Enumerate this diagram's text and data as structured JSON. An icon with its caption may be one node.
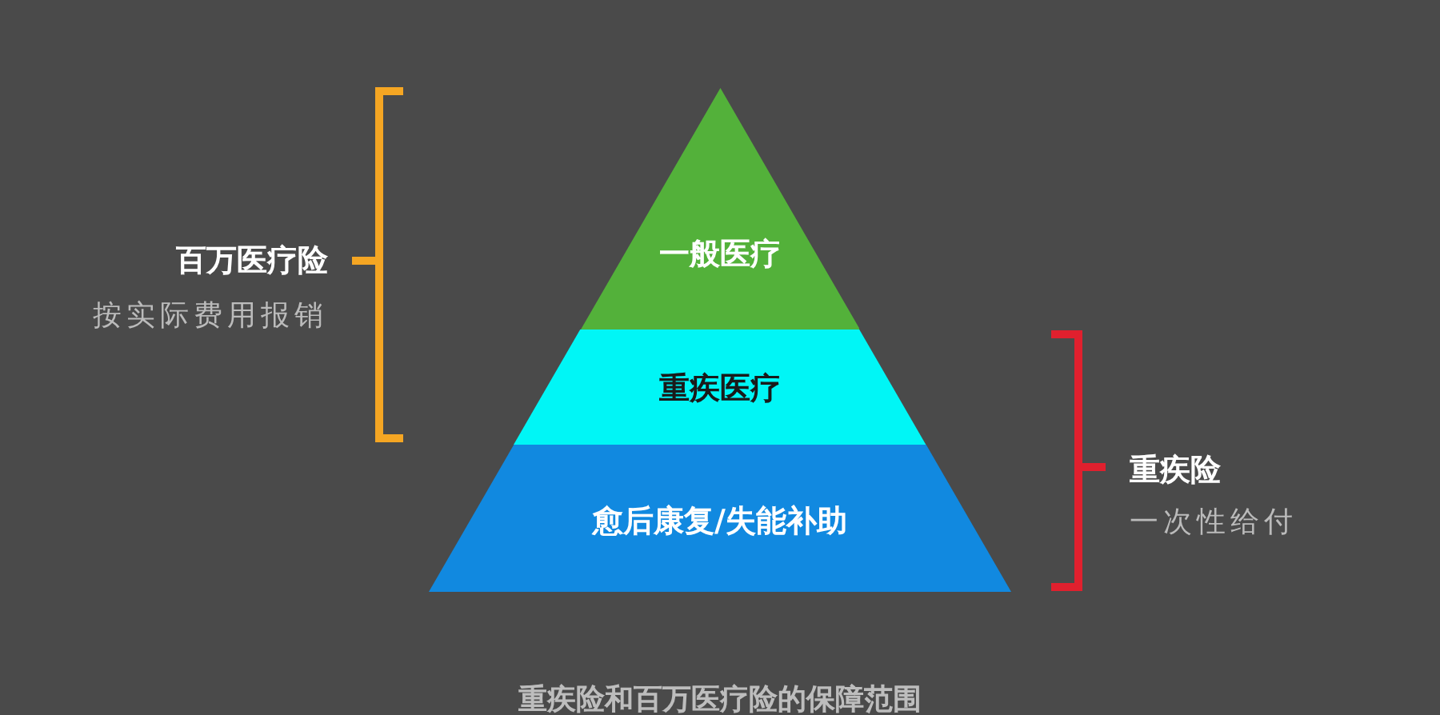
{
  "diagram": {
    "caption": "重疾险和百万医疗险的保障范围",
    "nodes": [
      {
        "text": [
          "一般医疗"
        ]
      },
      {
        "text": [
          "重疾医疗"
        ]
      },
      {
        "text": [
          "愈后康复/失能补助"
        ]
      }
    ],
    "labels": [
      "百万医疗险",
      "按实际费用报销",
      "重疾险",
      "一次性给付"
    ]
  }
}
